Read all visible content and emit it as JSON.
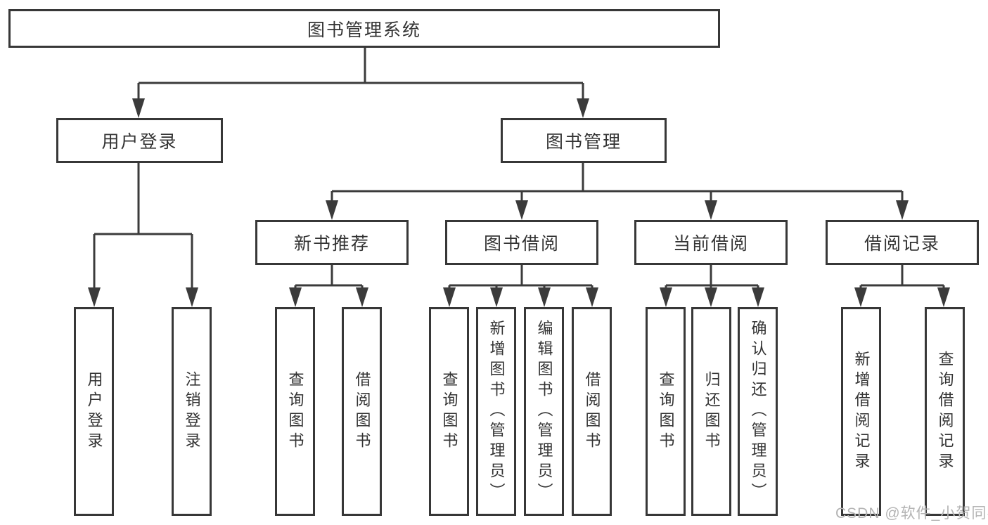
{
  "nodes": {
    "root": "图书管理系统",
    "user_login": "用户登录",
    "book_mgmt": "图书管理",
    "new_book_rec": "新书推荐",
    "book_borrow": "图书借阅",
    "current_borrow": "当前借阅",
    "borrow_records": "借阅记录"
  },
  "leaves": {
    "user_login": "用户登录",
    "logout": "注销登录",
    "rec_query_books": "查询图书",
    "rec_borrow_books": "借阅图书",
    "bb_query_books": "查询图书",
    "bb_add_books": "新增图书（管理员）",
    "bb_edit_books": "编辑图书（管理员）",
    "bb_borrow_books": "借阅图书",
    "cb_query_books": "查询图书",
    "cb_return_books": "归还图书",
    "cb_confirm_return": "确认归还（管理员）",
    "br_add_record": "新增借阅记录",
    "br_query_record": "查询借阅记录"
  },
  "watermark": "CSDN @软件_小贺同学",
  "colors": {
    "line": "#3b3b3b",
    "border": "#373737",
    "text": "#333333",
    "watermark": "#b4b4b4",
    "background": "#ffffff"
  }
}
